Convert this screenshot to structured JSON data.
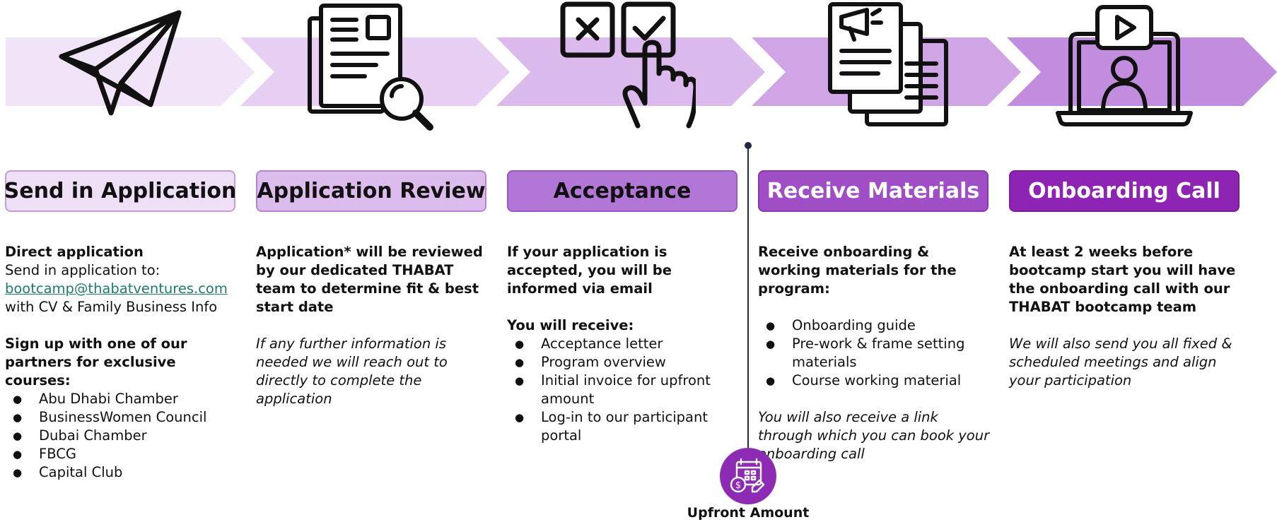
{
  "steps": [
    {
      "title": "Send in Application",
      "icon": "paper-plane-icon",
      "button_bg": "#efdff6",
      "button_border": "#c49cd8",
      "button_text": "#111111",
      "arrow_color": "#f1e3f8",
      "heading": "Direct application",
      "line1": "Send in application to:",
      "email": "bootcamp@thabatventures.com",
      "line2": "with CV & Family Business Info",
      "partners_heading": "Sign up with one of our partners for exclusive courses:",
      "partners": [
        "Abu Dhabi Chamber",
        "BusinessWomen Council",
        "Dubai Chamber",
        "FBCG",
        "Capital Club"
      ]
    },
    {
      "title": "Application Review",
      "icon": "document-search-icon",
      "button_bg": "#dcbcec",
      "button_border": "#b882d0",
      "button_text": "#111111",
      "arrow_color": "#e6cff2",
      "heading": "Application* will be reviewed by our dedicated THABAT team to determine fit & best start date",
      "note": "If any further information is needed we will reach out to directly to complete the application"
    },
    {
      "title": "Acceptance",
      "icon": "accept-choice-icon",
      "button_bg": "#b276d6",
      "button_border": "#9b55c4",
      "button_text": "#111111",
      "arrow_color": "#dbb9ec",
      "heading": "If your application is accepted, you will be informed via email",
      "receive_heading": "You will receive:",
      "items": [
        "Acceptance letter",
        "Program overview",
        "Initial invoice for upfront amount",
        "Log-in to our participant portal"
      ]
    },
    {
      "title": "Receive Materials",
      "icon": "materials-documents-icon",
      "button_bg": "#a04ec6",
      "button_border": "#8a37b4",
      "button_text": "#ffffff",
      "arrow_color": "#cfa5e6",
      "heading": "Receive onboarding & working materials for the program:",
      "items": [
        "Onboarding guide",
        "Pre-work  & frame setting materials",
        "Course working material"
      ],
      "note": "You will also receive a link through which you can book your onboarding call"
    },
    {
      "title": "Onboarding Call",
      "icon": "video-call-icon",
      "button_bg": "#8e24b3",
      "button_border": "#7c1c9e",
      "button_text": "#ffffff",
      "arrow_color": "#c38ddf",
      "heading": "At least 2 weeks before bootcamp start you will have the onboarding call with our THABAT bootcamp team",
      "note": "We will also send you all fixed & scheduled meetings and align your participation"
    }
  ],
  "upfront": {
    "label": "Upfront Amount",
    "icon": "calendar-payment-icon",
    "color": "#8e2bb5"
  },
  "divider_color": "#1f2a44"
}
